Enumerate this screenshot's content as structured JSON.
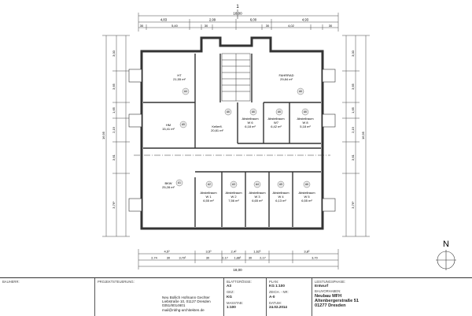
{
  "section_marker_top": "1",
  "overall_width_top": "18,00",
  "overall_width_bottom": "18,00",
  "top_dims_row1": [
    "4,83",
    "2,99",
    "6,00",
    "4,93"
  ],
  "top_dims_row2": [
    "30",
    "5,40",
    "30",
    "30",
    "4,02",
    "30"
  ],
  "bottom_dims_row1": [
    "4,5³",
    "3,5³",
    "2,4²",
    "1,62⁵",
    "3,8⁵"
  ],
  "bottom_dims_row2": [
    "2,74",
    "30",
    "3,79⁵",
    "30",
    "2,17",
    "1,88⁵",
    "30",
    "2,17",
    "3,70"
  ],
  "left_dims": [
    "3,00",
    "3,65",
    "1,65",
    "2,19",
    "3,61",
    "3,76⁵",
    "16,95"
  ],
  "right_dims": [
    "3,00",
    "3,65",
    "1,65",
    "2,19",
    "3,61",
    "3,76⁵",
    "16,95"
  ],
  "north_label": "N",
  "rooms": [
    {
      "name": "HT",
      "area": "21,55 m²",
      "id": "A4"
    },
    {
      "name": "FAHRRAD",
      "area": "29,84 m²",
      "id": "A6"
    },
    {
      "name": "HM",
      "area": "15,41 m²",
      "id": "A5"
    },
    {
      "name": "Abstellraum",
      "sub": "W 6",
      "area": "6,18 m²",
      "id": "A6"
    },
    {
      "name": "Abstellraum",
      "sub": "W7",
      "area": "6,42 m²",
      "id": "A6"
    },
    {
      "name": "Abstellraum",
      "sub": "W 8",
      "area": "5,18 m²",
      "id": "A6"
    },
    {
      "name": "Kellerfl.",
      "area": "20,81 m²",
      "id": "A6"
    },
    {
      "name": "BKW",
      "area": "25,28 m²",
      "id": "A1"
    },
    {
      "name": "Abstellraum",
      "sub": "W 1",
      "area": "6,55 m²",
      "id": "A2"
    },
    {
      "name": "Abstellraum",
      "sub": "W 2",
      "area": "7,56 m²",
      "id": "A3"
    },
    {
      "name": "Abstellraum",
      "sub": "W 3",
      "area": "6,65 m²",
      "id": "A4"
    },
    {
      "name": "Abstellraum",
      "sub": "W 4",
      "area": "6,13 m²",
      "id": "A5"
    },
    {
      "name": "Abstellraum",
      "sub": "W 5",
      "area": "6,55 m²",
      "id": "A6"
    }
  ],
  "titleblock": {
    "bauherr_label": "BAUHERR:",
    "projektsteuerung_label": "PROJEKTSTEUERUNG:",
    "architect_lines": [
      "Neu Bollich Hofmann Gechter",
      "Liebstraße 10, 01127 Dresden",
      "0351/8014601",
      "mail@nbhg-architekten.de"
    ],
    "blattgroesse_label": "BLATTGRÖSSE:",
    "blattgroesse_value": "A3",
    "gez_label": "GEZ:",
    "gez_value": "KG",
    "massstab_label": "MASSTAB:",
    "massstab_value": "1:100",
    "plan_label": "PLAN:",
    "plan_value": "KG 1:100",
    "zeich_label": "ZEICH. - NR:",
    "zeich_value": "A-0",
    "datum_label": "DATUM:",
    "datum_value": "24.02.2014",
    "phase_label": "LEISTUNGSPHASE:",
    "phase_value": "Entwurf",
    "vorhaben_label": "BAUVORHABEN:",
    "vorhaben_lines": [
      "Neubau MFH",
      "Altenbergerstraße 51",
      "01277 Dresden"
    ]
  }
}
